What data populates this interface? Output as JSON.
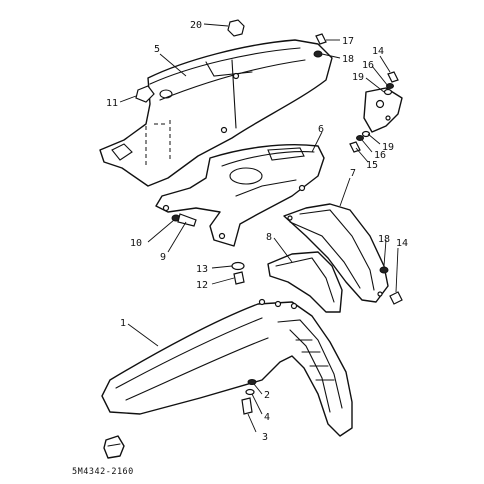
{
  "diagram": {
    "code": "5M4342-2160",
    "callouts": [
      "1",
      "2",
      "3",
      "4",
      "5",
      "6",
      "7",
      "8",
      "9",
      "10",
      "11",
      "12",
      "13",
      "14",
      "15",
      "15",
      "16",
      "16",
      "17",
      "18",
      "18",
      "19",
      "19",
      "20"
    ]
  },
  "colors": {
    "ink": "#111111",
    "paper": "#ffffff"
  }
}
